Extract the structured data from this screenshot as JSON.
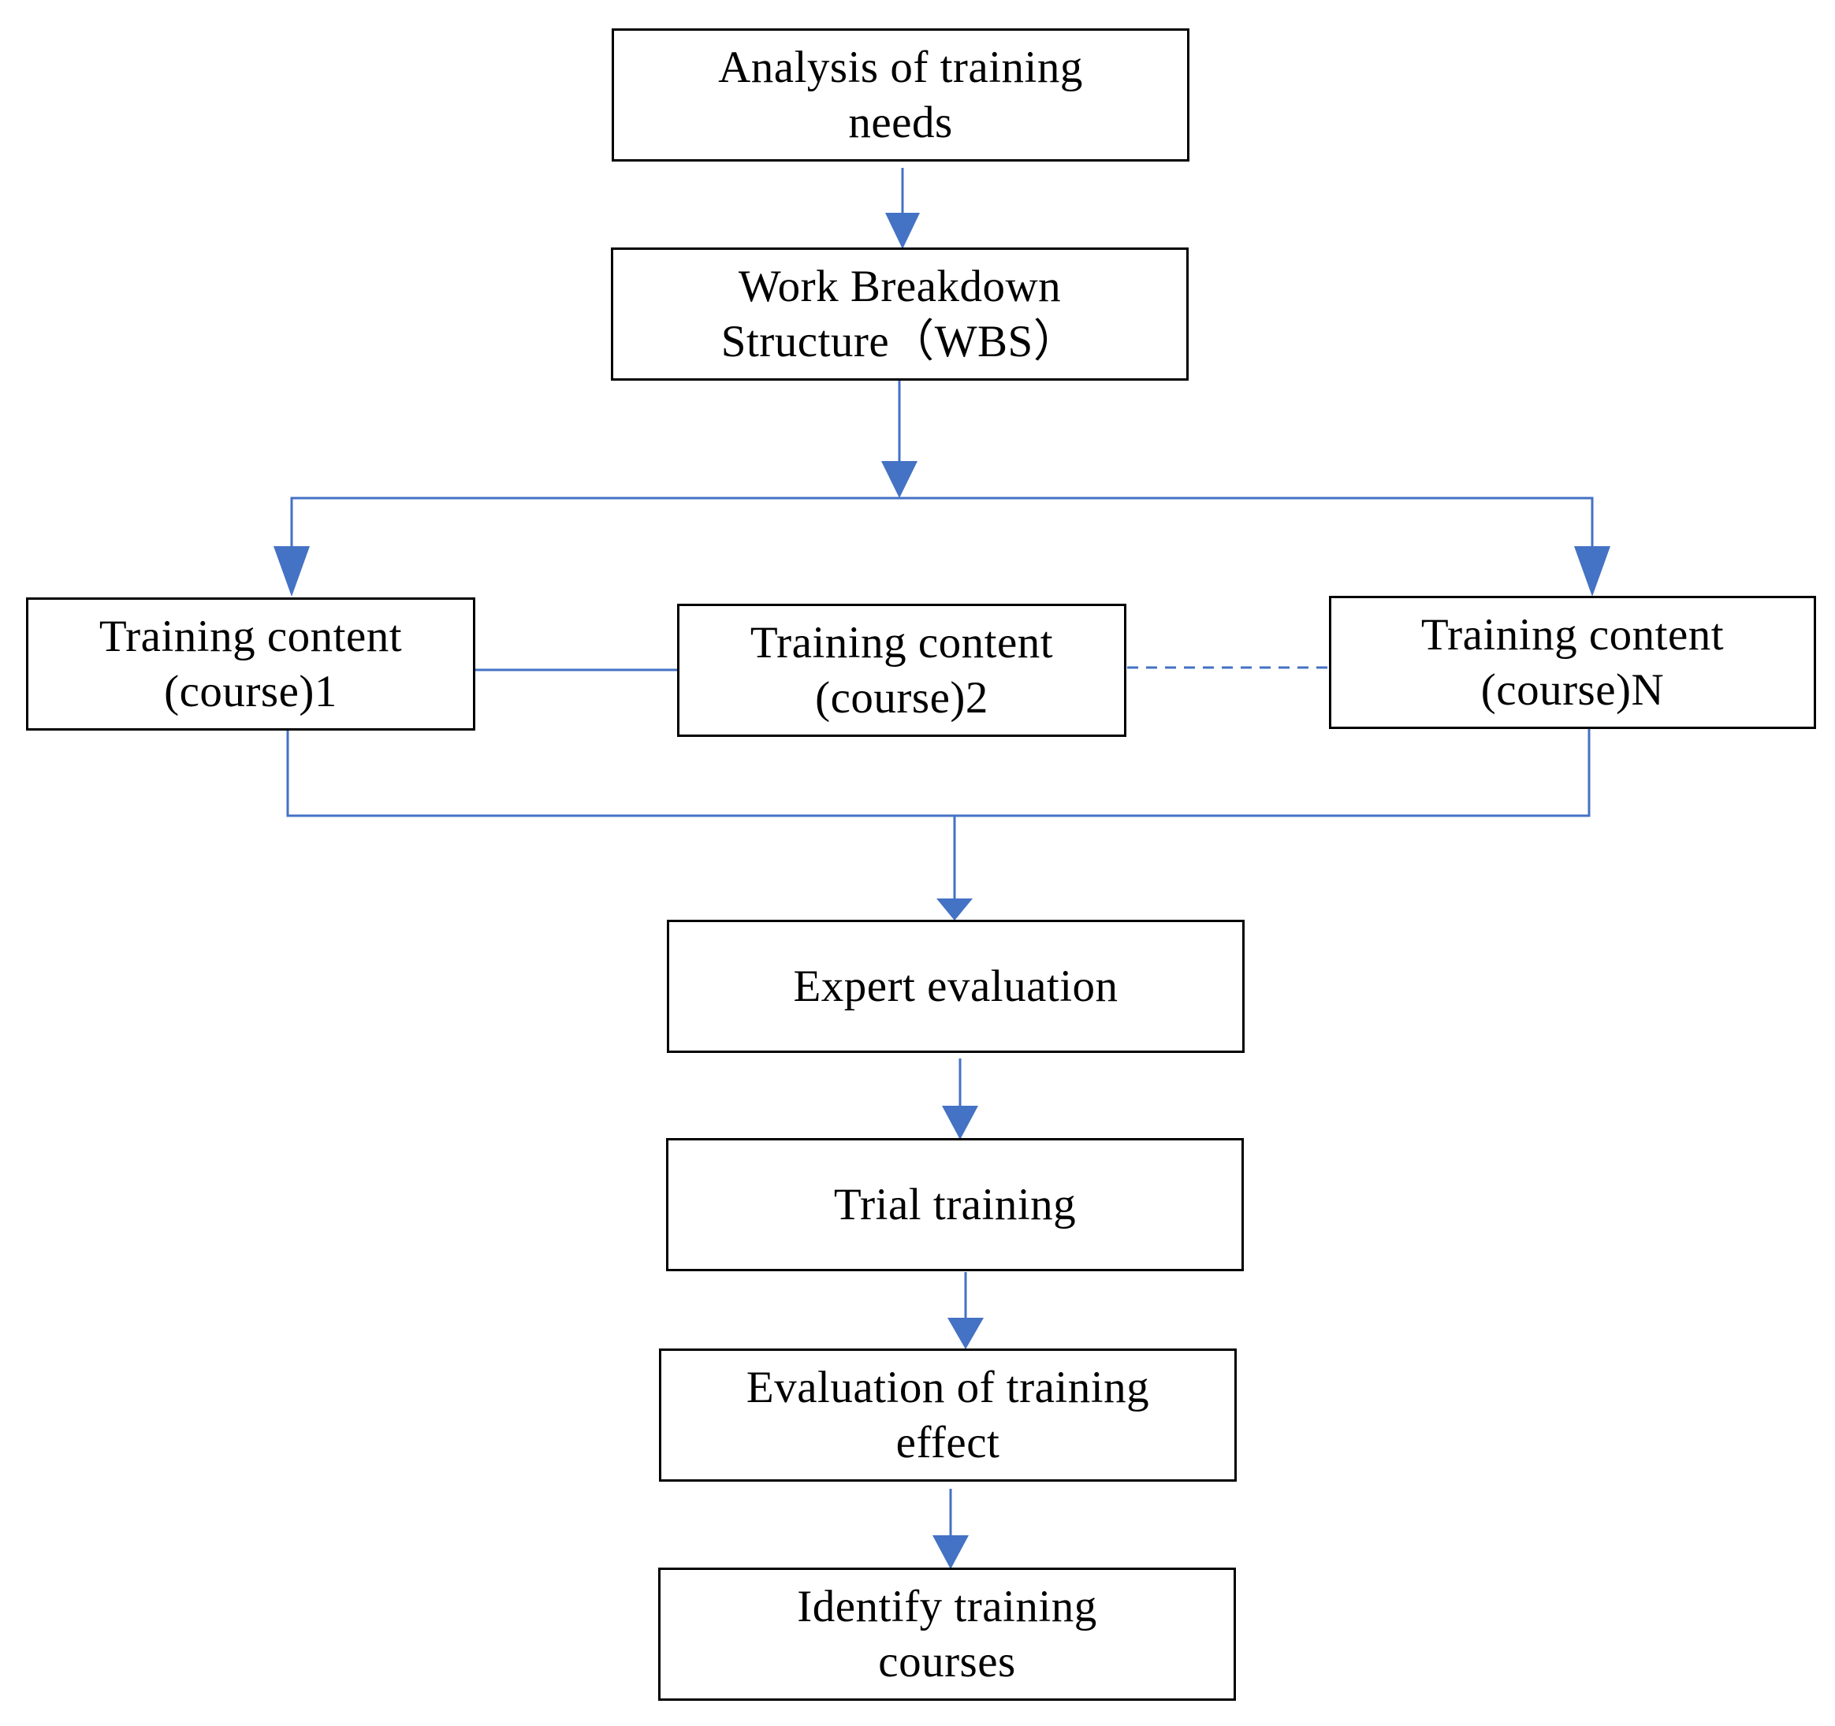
{
  "colors": {
    "connector": "#4472C4",
    "box_border": "#000000",
    "text": "#000000",
    "background": "#ffffff"
  },
  "nodes": {
    "analysis": {
      "line1": "Analysis of training",
      "line2": "needs"
    },
    "wbs": {
      "line1": "Work Breakdown",
      "line2": "Structure（WBS）"
    },
    "content1": {
      "line1": "Training content",
      "line2": "(course)1"
    },
    "content2": {
      "line1": "Training content",
      "line2": "(course)2"
    },
    "contentN": {
      "line1": "Training content",
      "line2": "(course)N"
    },
    "expert": {
      "line1": "Expert evaluation"
    },
    "trial": {
      "line1": "Trial training"
    },
    "effect": {
      "line1": "Evaluation of training",
      "line2": "effect"
    },
    "identify": {
      "line1": "Identify training",
      "line2": "courses"
    }
  },
  "edges": [
    {
      "from": "analysis",
      "to": "wbs",
      "style": "solid-arrow"
    },
    {
      "from": "wbs",
      "to": "branch",
      "style": "solid-arrow"
    },
    {
      "from": "branch",
      "to": "content1",
      "style": "solid-arrow"
    },
    {
      "from": "branch",
      "to": "contentN",
      "style": "solid-arrow"
    },
    {
      "from": "content1",
      "to": "content2",
      "style": "solid-line"
    },
    {
      "from": "content2",
      "to": "contentN",
      "style": "dashed-line"
    },
    {
      "from": "content1",
      "to": "merge",
      "style": "solid-line"
    },
    {
      "from": "contentN",
      "to": "merge",
      "style": "solid-line"
    },
    {
      "from": "merge",
      "to": "expert",
      "style": "solid-arrow"
    },
    {
      "from": "expert",
      "to": "trial",
      "style": "solid-arrow"
    },
    {
      "from": "trial",
      "to": "effect",
      "style": "solid-arrow"
    },
    {
      "from": "effect",
      "to": "identify",
      "style": "solid-arrow"
    }
  ]
}
